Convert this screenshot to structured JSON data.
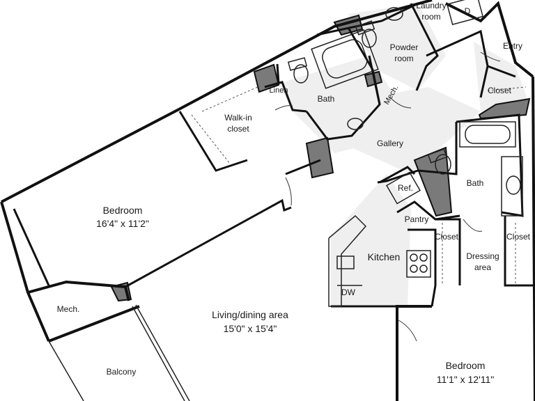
{
  "rooms": {
    "laundry": [
      "Laundry",
      "room"
    ],
    "dryer": "D",
    "entry": "Entry",
    "powder": [
      "Powder",
      "room"
    ],
    "linen": "Linen",
    "bath_top": "Bath",
    "mech_top": "Mech.",
    "closet_entry": "Closet",
    "walkin": [
      "Walk-in",
      "closet"
    ],
    "gallery": "Gallery",
    "ref": "Ref.",
    "bath_right": "Bath",
    "bedroom_main": [
      "Bedroom",
      "16'4\" x 11'2\""
    ],
    "pantry": "Pantry",
    "closet_left": "Closet",
    "closet_right": "Closet",
    "dressing": [
      "Dressing",
      "area"
    ],
    "kitchen": "Kitchen",
    "dw": "DW",
    "mech_left": "Mech.",
    "living": [
      "Living/dining area",
      "15'0\" x 15'4\""
    ],
    "balcony": "Balcony",
    "bedroom_second": [
      "Bedroom",
      "11'1\" x 12'11\""
    ]
  }
}
